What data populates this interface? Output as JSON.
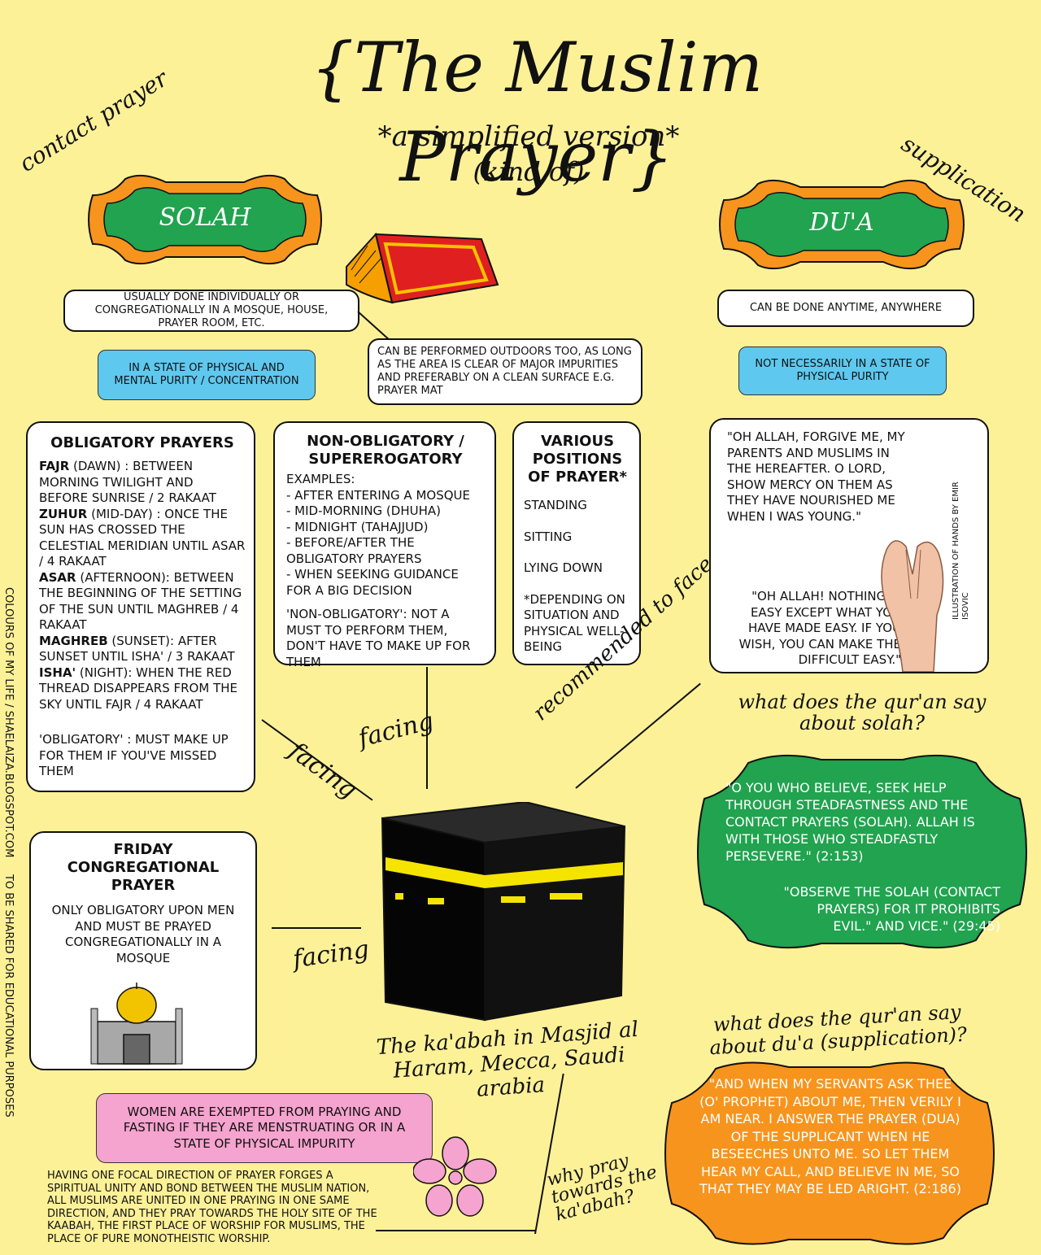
{
  "title": "{The Muslim Prayer}",
  "subtitle_line1": "*a simplified version*",
  "subtitle_line2": "(kind of)",
  "solah": {
    "side_label": "contact prayer",
    "label": "SOLAH",
    "note1": "USUALLY DONE INDIVIDUALLY OR CONGREGATIONALLY IN A MOSQUE, HOUSE, PRAYER ROOM, ETC.",
    "note_blue": "IN A STATE OF PHYSICAL AND MENTAL PURITY / CONCENTRATION",
    "note_outdoors": "CAN BE PERFORMED OUTDOORS TOO, AS LONG AS THE AREA IS CLEAR OF MAJOR IMPURITIES AND PREFERABLY ON A CLEAN SURFACE E.G. PRAYER MAT"
  },
  "dua": {
    "side_label": "supplication",
    "label": "DU'A",
    "note1": "CAN BE DONE ANYTIME, ANYWHERE",
    "note_blue": "NOT NECESSARILY IN A STATE OF PHYSICAL PURITY"
  },
  "obligatory": {
    "heading": "OBLIGATORY PRAYERS",
    "prayers": [
      {
        "name": "FAJR",
        "text": " (DAWN) : BETWEEN MORNING TWILIGHT AND BEFORE SUNRISE / 2 RAKAAT"
      },
      {
        "name": "ZUHUR",
        "text": " (MID-DAY) : ONCE THE SUN HAS CROSSED THE CELESTIAL MERIDIAN  UNTIL ASAR / 4 RAKAAT"
      },
      {
        "name": "ASAR",
        "text": " (AFTERNOON):  BETWEEN THE BEGINNING OF THE SETTING OF THE SUN UNTIL MAGHREB / 4 RAKAAT"
      },
      {
        "name": "MAGHREB",
        "text": " (SUNSET): AFTER SUNSET UNTIL ISHA' / 3 RAKAAT"
      },
      {
        "name": "ISHA'",
        "text": " (NIGHT): WHEN  THE RED THREAD DISAPPEARS FROM THE SKY  UNTIL FAJR / 4 RAKAAT"
      }
    ],
    "footnote": "'OBLIGATORY' : MUST MAKE UP FOR THEM IF YOU'VE MISSED THEM"
  },
  "non_obligatory": {
    "heading": "NON-OBLIGATORY / SUPEREROGATORY",
    "examples_label": "EXAMPLES:",
    "examples": [
      "- AFTER ENTERING A MOSQUE",
      "- MID-MORNING (DHUHA)",
      "- MIDNIGHT (TAHAJJUD)",
      "- BEFORE/AFTER THE OBLIGATORY PRAYERS",
      "- WHEN SEEKING GUIDANCE FOR A BIG DECISION"
    ],
    "footnote": "'NON-OBLIGATORY': NOT A MUST TO PERFORM THEM, DON'T HAVE TO MAKE UP FOR THEM"
  },
  "positions": {
    "heading": "VARIOUS POSITIONS OF PRAYER*",
    "items": [
      "STANDING",
      "SITTING",
      "LYING DOWN"
    ],
    "footnote": "*DEPENDING ON SITUATION AND PHYSICAL WELL-BEING"
  },
  "dua_quotes": {
    "quote1": "\"OH ALLAH, FORGIVE ME, MY PARENTS AND MUSLIMS IN THE HEREAFTER. O LORD, SHOW MERCY ON THEM AS THEY HAVE NOURISHED ME WHEN I WAS YOUNG.\"",
    "quote2": "\"OH ALLAH! NOTHING IS EASY EXCEPT WHAT YOU HAVE MADE EASY. IF YOU WISH, YOU CAN MAKE THE DIFFICULT EASY.\"",
    "credit": "ILLUSTRATION OF HANDS BY EMIR ISOVIC"
  },
  "friday": {
    "heading": "FRIDAY CONGREGATIONAL PRAYER",
    "text": "ONLY OBLIGATORY UPON MEN AND MUST BE PRAYED CONGREGATIONALLY IN A MOSQUE"
  },
  "facing_labels": [
    "facing",
    "facing",
    "facing"
  ],
  "recommended_label": "recommended to face",
  "kaabah_caption": "The ka'abah in Masjid al Haram, Mecca, Saudi arabia",
  "quran_solah": {
    "question": "what does the qur'an say about solah?",
    "quote1": "\"O YOU WHO BELIEVE, SEEK HELP THROUGH STEADFASTNESS AND THE CONTACT PRAYERS (SOLAH). ALLAH IS WITH THOSE WHO STEADFASTLY PERSEVERE.\" (2:153)",
    "quote2": "\"OBSERVE THE SOLAH (CONTACT PRAYERS) FOR IT PROHIBITS EVIL.\" AND VICE.\" (29:45)"
  },
  "quran_dua": {
    "question": "what does the qur'an say about du'a (supplication)?",
    "quote": "\"AND WHEN MY SERVANTS ASK THEE (O' PROPHET) ABOUT ME, THEN VERILY I AM NEAR. I ANSWER THE PRAYER (DUA) OF THE SUPPLICANT WHEN HE BESEECHES UNTO ME. SO LET THEM HEAR MY CALL, AND BELIEVE IN ME, SO THAT THEY MAY BE LED ARIGHT. (2:186)"
  },
  "women_note": "WOMEN ARE EXEMPTED FROM PRAYING AND FASTING IF THEY ARE MENSTRUATING OR IN A STATE OF PHYSICAL IMPURITY",
  "focal_text": "HAVING ONE FOCAL DIRECTION OF PRAYER FORGES A SPIRITUAL UNITY AND BOND BETWEEN THE MUSLIM NATION, ALL MUSLIMS ARE UNITED IN ONE PRAYING IN ONE SAME DIRECTION, AND THEY PRAY TOWARDS THE HOLY SITE OF THE KAABAH, THE FIRST PLACE OF WORSHIP FOR MUSLIMS, THE PLACE OF PURE MONOTHEISTIC WORSHIP.",
  "why_label": "why pray towards the ka'abah?",
  "side_credit": "COLOURS OF MY LIFE / SHAELAIZA.BLOGSPOT.COM     TO BE SHARED FOR EDUCATIONAL PURPOSES",
  "colors": {
    "background": "#fdf198",
    "green": "#21a34f",
    "orange": "#f7941d",
    "blue": "#5fc8ef",
    "pink": "#f5a3cf",
    "gold": "#f5e400"
  }
}
